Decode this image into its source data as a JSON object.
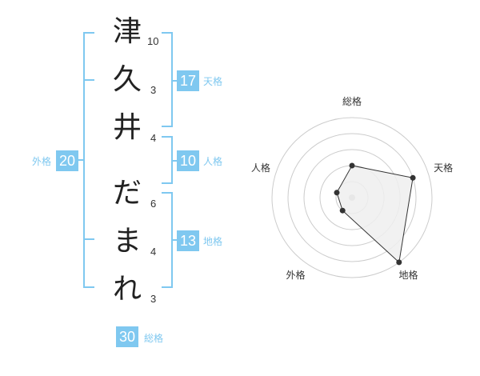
{
  "name_chars": [
    {
      "char": "津",
      "strokes": "10"
    },
    {
      "char": "久",
      "strokes": "3"
    },
    {
      "char": "井",
      "strokes": "4"
    },
    {
      "char": "だ",
      "strokes": "6"
    },
    {
      "char": "ま",
      "strokes": "4"
    },
    {
      "char": "れ",
      "strokes": "3"
    }
  ],
  "kaku": {
    "tenkaku": {
      "value": "17",
      "label": "天格"
    },
    "jinkaku": {
      "value": "10",
      "label": "人格"
    },
    "chikaku": {
      "value": "13",
      "label": "地格"
    },
    "gaikaku": {
      "value": "20",
      "label": "外格"
    },
    "soukaku": {
      "value": "30",
      "label": "総格"
    }
  },
  "chart_data": {
    "type": "radar",
    "axes": [
      "総格",
      "天格",
      "地格",
      "外格",
      "人格"
    ],
    "values": [
      2,
      4,
      5,
      1,
      1
    ],
    "max": 5,
    "rings": 5
  },
  "colors": {
    "accent": "#7fc8f0",
    "radar_fill": "#eeeeee",
    "radar_stroke": "#333333",
    "grid": "#cccccc"
  }
}
